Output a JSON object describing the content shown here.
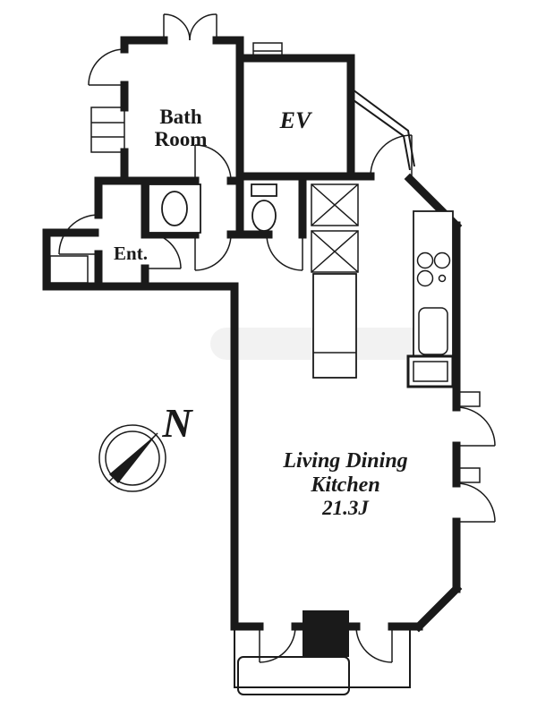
{
  "rooms": {
    "bath_line1": "Bath",
    "bath_line2": "Room",
    "elevator": "EV",
    "entrance": "Ent.",
    "ldk_line1": "Living Dining",
    "ldk_line2": "Kitchen",
    "ldk_area": "21.3J"
  },
  "compass": {
    "north": "N"
  },
  "colors": {
    "wall": "#1a1a1a",
    "shaft_fill": "#ededed",
    "background": "#ffffff"
  }
}
